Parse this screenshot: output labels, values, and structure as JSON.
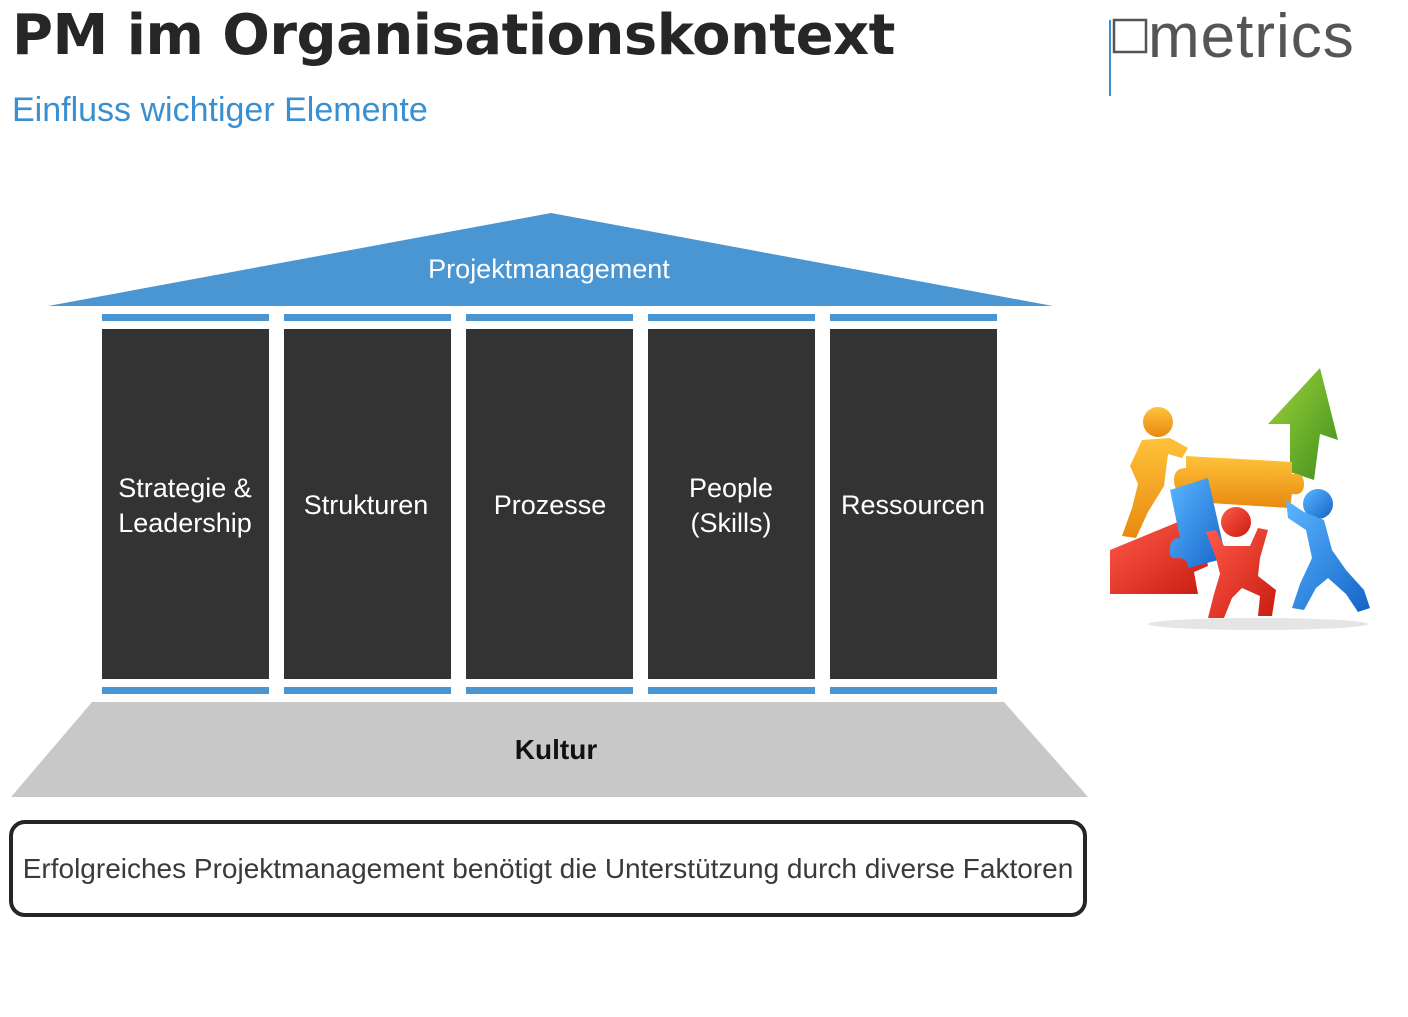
{
  "header": {
    "title": "PM im Organisationskontext",
    "subtitle": "Einfluss wichtiger Elemente"
  },
  "logo": {
    "text": "metrics",
    "icon": "p-square-logo-icon",
    "color": "#555555",
    "accent": "#3a8fd0"
  },
  "diagram": {
    "roof_label": "Projektmanagement",
    "pillars": [
      {
        "line1": "Strategie &",
        "line2": "Leadership"
      },
      {
        "line1": "Strukturen",
        "line2": ""
      },
      {
        "line1": "Prozesse",
        "line2": ""
      },
      {
        "line1": "People",
        "line2": "(Skills)"
      },
      {
        "line1": "Ressourcen",
        "line2": ""
      }
    ],
    "foundation_label": "Kultur",
    "colors": {
      "roof": "#4a96d2",
      "beam": "#4a96d2",
      "pillar": "#333333",
      "pillar_text": "#ffffff",
      "foundation": "#c8c8c8",
      "foundation_text": "#111111"
    }
  },
  "footer_box": {
    "text": "Erfolgreiches Projektmanagement benötigt die Unterstützung durch diverse Faktoren"
  },
  "illustration": {
    "icon": "teamwork-puzzle-arrow-icon"
  }
}
